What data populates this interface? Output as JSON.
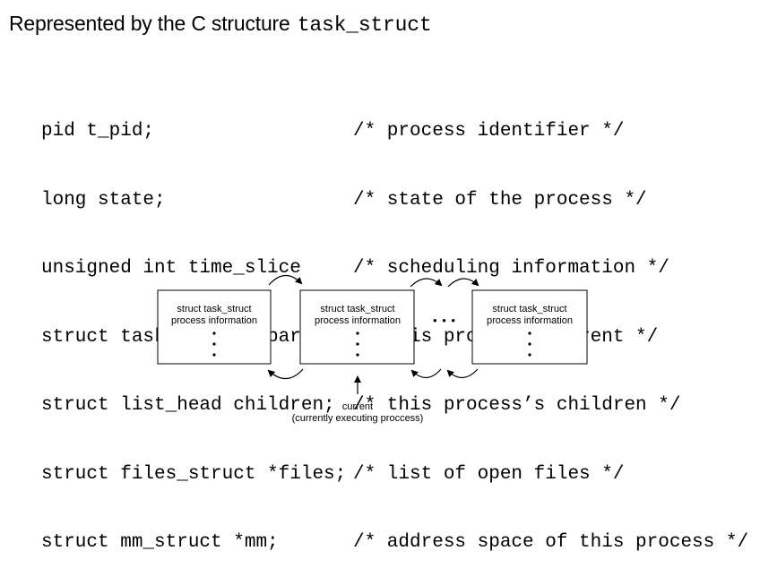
{
  "heading": {
    "text": "Represented by the C structure",
    "code": "task_struct"
  },
  "code_lines": [
    {
      "decl": "pid t_pid;",
      "comment": "/* process identifier */"
    },
    {
      "decl": "long state;",
      "comment": "/* state of the process */"
    },
    {
      "decl": "unsigned int time_slice",
      "comment": "/* scheduling information */"
    },
    {
      "decl": "struct task_struct *parent;",
      "comment": "/* this process’s parent */"
    },
    {
      "decl": "struct list_head children;",
      "comment": "/* this process’s children */"
    },
    {
      "decl": "struct files_struct *files;",
      "comment": "/* list of open files */"
    },
    {
      "decl": "struct mm_struct *mm;",
      "comment": "/* address space of this process */"
    }
  ],
  "diagram": {
    "boxes": [
      {
        "line1": "struct task_struct",
        "line2": "process information"
      },
      {
        "line1": "struct task_struct",
        "line2": "process information"
      },
      {
        "line1": "struct task_struct",
        "line2": "process information"
      }
    ],
    "ellipsis": "• • •",
    "current_label": "current",
    "current_sublabel": "(currently executing proccess)"
  }
}
